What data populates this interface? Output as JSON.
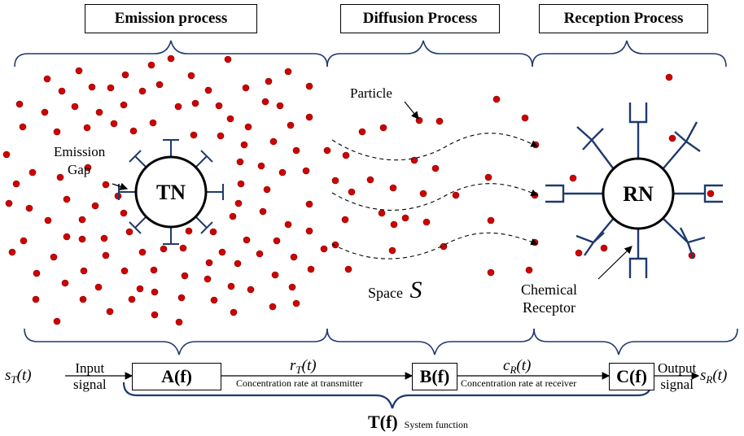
{
  "headers": {
    "emission": "Emission process",
    "diffusion": "Diffusion Process",
    "reception": "Reception Process"
  },
  "nodes": {
    "transmitter": "TN",
    "receiver": "RN"
  },
  "labels": {
    "emission_gap_line1": "Emission",
    "emission_gap_line2": "Gap",
    "particle": "Particle",
    "space": "Space",
    "space_symbol": "S",
    "chemical_receptor_line1": "Chemical",
    "chemical_receptor_line2": "Receptor"
  },
  "pipeline": {
    "input_signal_var": "s",
    "input_signal_sub": "T",
    "input_signal_arg": "(t)",
    "input_line1": "Input",
    "input_line2": "signal",
    "block_a": "A(f)",
    "rt_var": "r",
    "rt_sub": "T",
    "rt_arg": "(t)",
    "rt_caption": "Concentration rate at transmitter",
    "block_b": "B(f)",
    "cr_var": "c",
    "cr_sub": "R",
    "cr_arg": "(t)",
    "cr_caption": "Concentration rate at receiver",
    "block_c": "C(f)",
    "output_line1": "Output",
    "output_line2": "signal",
    "output_signal_var": "s",
    "output_signal_sub": "R",
    "output_signal_arg": "(t)",
    "system_fn": "T(f)",
    "system_fn_caption": "System function"
  },
  "colors": {
    "particle": "#d00000",
    "receptor": "#1f3a6e",
    "line": "#000000"
  }
}
